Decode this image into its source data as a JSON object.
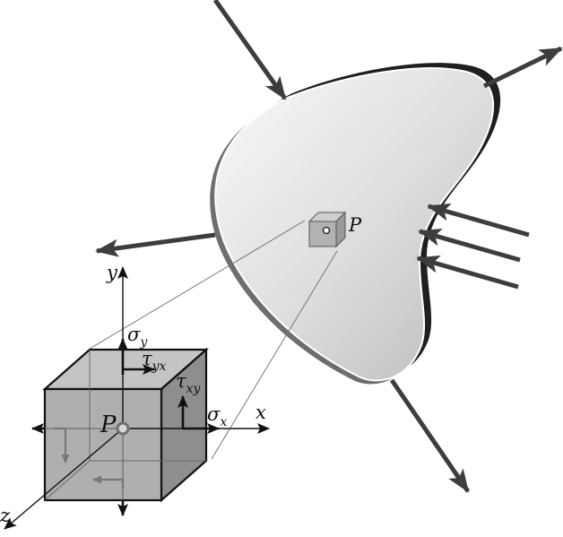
{
  "figure": {
    "labels": {
      "point_small": "P",
      "point_large": "P",
      "axis_x": "x",
      "axis_y": "y",
      "axis_z": "z",
      "sigma_x_main": "σ",
      "sigma_x_sub": "x",
      "sigma_y_main": "σ",
      "sigma_y_sub": "y",
      "tau_xy_main": "τ",
      "tau_xy_sub": "xy",
      "tau_yx_main": "τ",
      "tau_yx_sub": "yx"
    },
    "colors": {
      "body_light": "#f2f2f2",
      "body_mid": "#c9c9c9",
      "body_rim": "#6e6e6e",
      "body_edge_dark": "#1f1f1f",
      "force_arrow": "#3d3d3d",
      "cube_front": "#a9a9a9",
      "cube_top": "#c4c4c4",
      "cube_side": "#8e8e8e",
      "stroke": "#111111"
    }
  }
}
